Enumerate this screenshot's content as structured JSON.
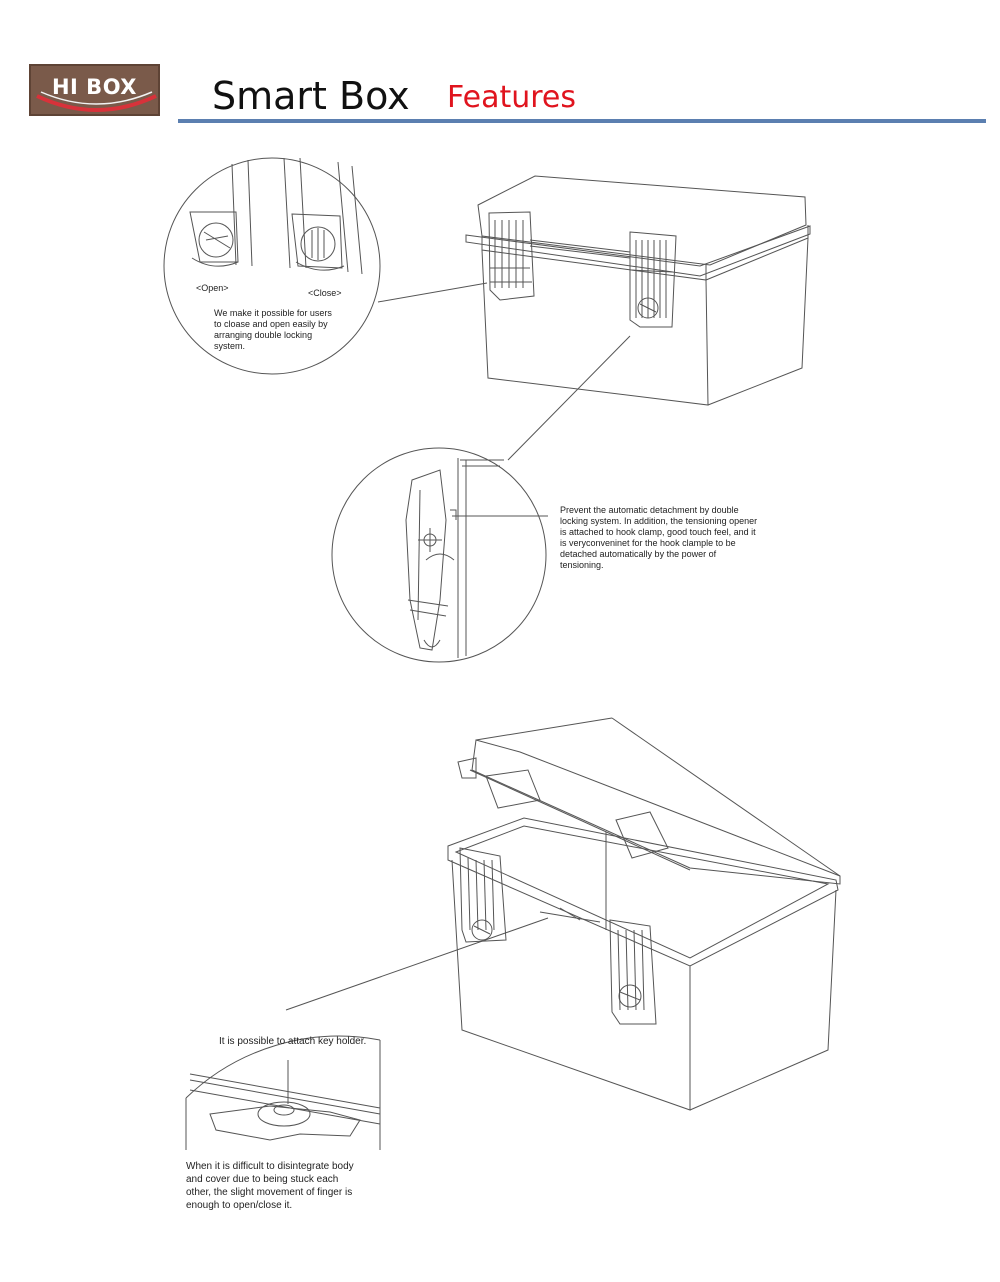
{
  "header": {
    "logo_text": "HI BOX",
    "title": "Smart Box",
    "section": "Features"
  },
  "colors": {
    "logo_bg": "#7a5a4a",
    "section_red": "#e0141e",
    "rule_blue": "#5b7fb0"
  },
  "details": {
    "open_label": "<Open>",
    "close_label": "<Close>",
    "double_lock_text": "We make it possible for users to cloase and open easily by arranging double locking system.",
    "auto_detach_text": "Prevent the automatic detachment by double locking system. In addition, the tensioning opener is attached to hook clamp, good touch feel, and it is veryconveninet for the hook clample to be detached automatically by the power of tensioning.",
    "key_holder_text": "It is possible to attach key holder.",
    "finger_text": "When it is difficult to disintegrate body and cover due to being stuck each other, the slight movement of finger is enough to open/close it."
  }
}
